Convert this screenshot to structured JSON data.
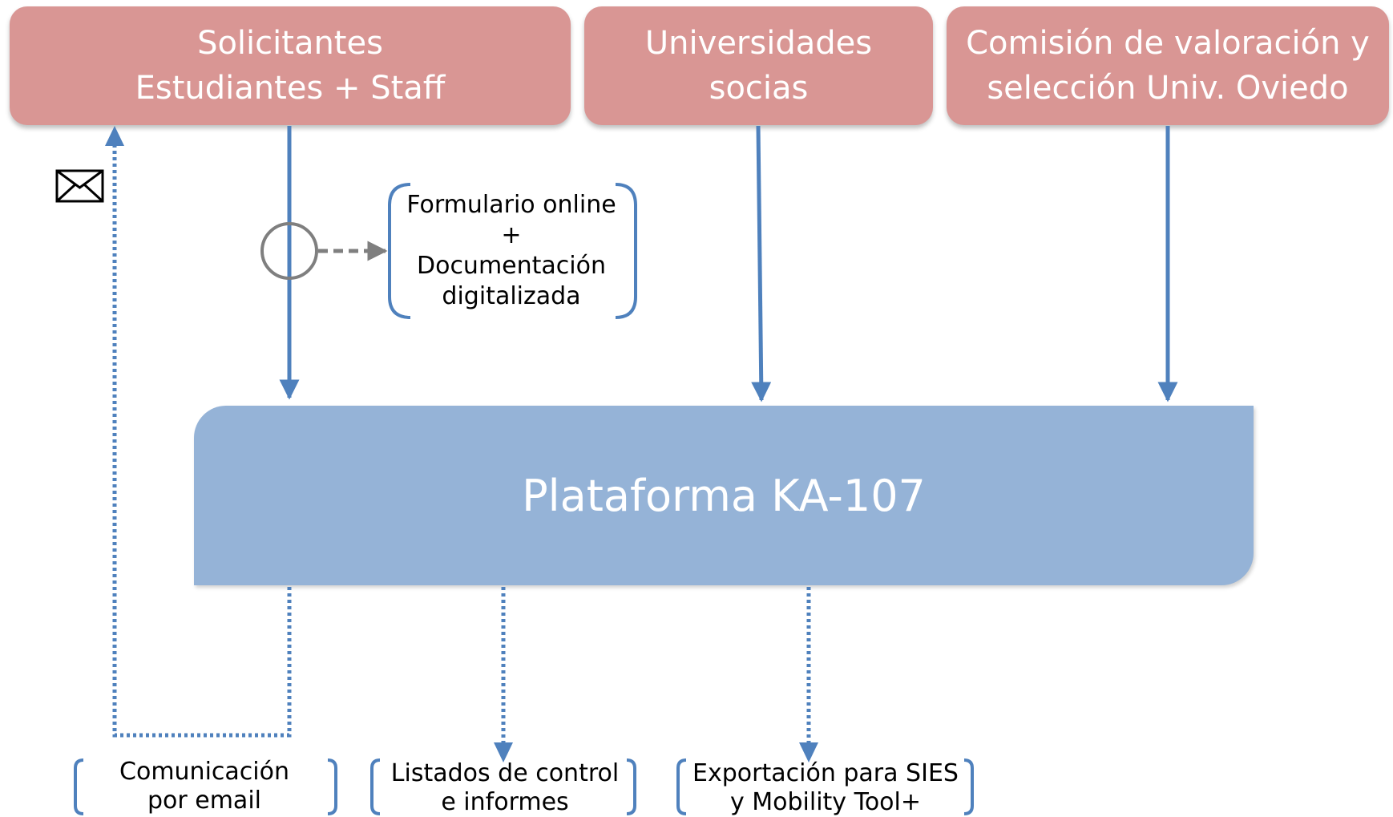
{
  "actors": {
    "applicants": {
      "line1": "Solicitantes",
      "line2": "Estudiantes + Staff"
    },
    "partners": {
      "line1": "Universidades",
      "line2": "socias"
    },
    "committee": {
      "line1": "Comisión de valoración y",
      "line2": "selección Univ. Oviedo"
    }
  },
  "platform": {
    "label": "Plataforma KA-107"
  },
  "annotations": {
    "form": {
      "line1": "Formulario online",
      "line2": "+",
      "line3": "Documentación",
      "line4": "digitalizada"
    },
    "email": {
      "line1": "Comunicación",
      "line2": "por email"
    },
    "lists": {
      "line1": "Listados de control",
      "line2": "e informes"
    },
    "export": {
      "line1": "Exportación para SIES",
      "line2": "y Mobility Tool+"
    }
  },
  "icons": {
    "envelope": "envelope-icon",
    "message_event": "message-event-circle-icon"
  },
  "colors": {
    "actor_fill": "#d99694",
    "platform_fill": "#95b3d7",
    "flow_line": "#4f81bd",
    "association_line": "#7f7f7f"
  }
}
